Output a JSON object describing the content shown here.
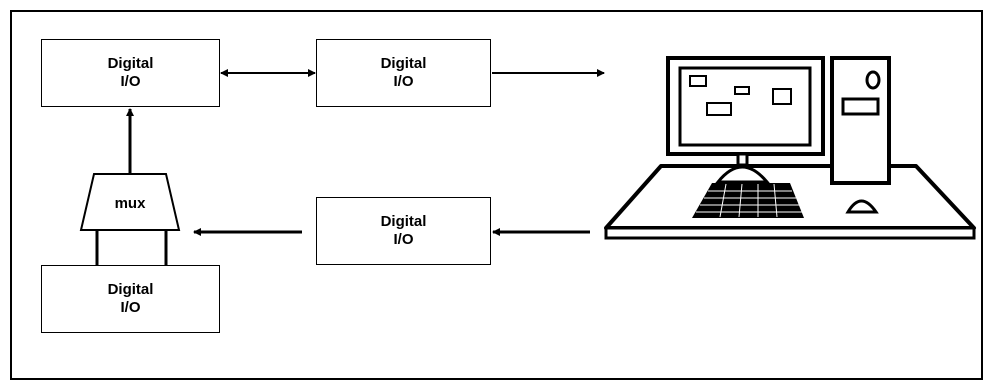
{
  "blocks": {
    "top_left": "Digital\nI/O",
    "top_middle": "Digital\nI/O",
    "bottom_middle": "Digital\nI/O",
    "bottom_left": "Digital\nI/O"
  },
  "mux": {
    "label": "mux"
  },
  "computer": {
    "icon": "desktop-computer-icon"
  }
}
